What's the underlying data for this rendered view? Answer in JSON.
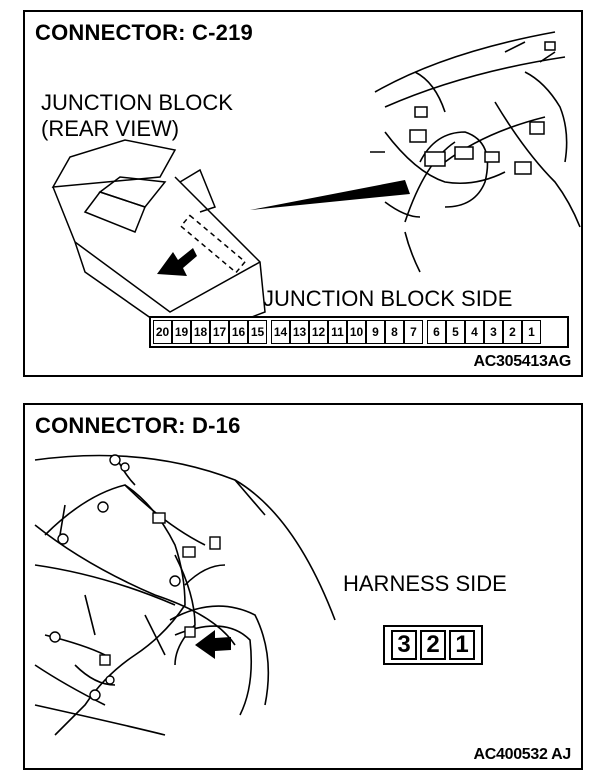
{
  "connector1": {
    "title": "CONNECTOR: C-219",
    "label1_line1": "JUNCTION BLOCK",
    "label1_line2": "(REAR VIEW)",
    "side_label": "JUNCTION BLOCK SIDE",
    "pins_group_a": [
      "20",
      "19",
      "18",
      "17",
      "16",
      "15"
    ],
    "pins_group_b": [
      "14",
      "13",
      "12",
      "11",
      "10",
      "9",
      "8",
      "7"
    ],
    "pins_group_c": [
      "6",
      "5",
      "4",
      "3",
      "2",
      "1"
    ],
    "code": "AC305413AG"
  },
  "connector2": {
    "title": "CONNECTOR: D-16",
    "side_label": "HARNESS SIDE",
    "pins": [
      "3",
      "2",
      "1"
    ],
    "code": "AC400532 AJ"
  }
}
